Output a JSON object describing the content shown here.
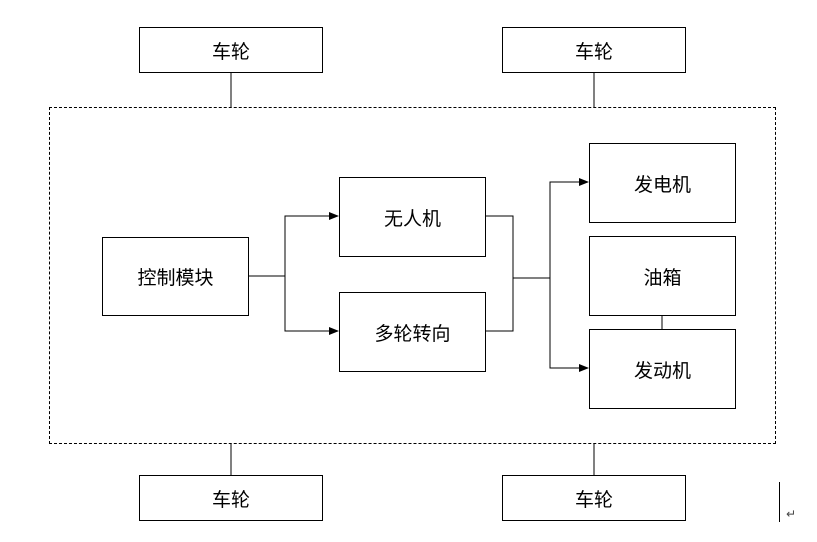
{
  "wheels": {
    "top_left": "车轮",
    "top_right": "车轮",
    "bottom_left": "车轮",
    "bottom_right": "车轮"
  },
  "modules": {
    "control": "控制模块",
    "drone": "无人机",
    "multi_wheel_steering": "多轮转向",
    "generator": "发电机",
    "fuel_tank": "油箱",
    "engine": "发动机"
  },
  "edges": [
    {
      "from": "control",
      "to": "drone",
      "arrow": true
    },
    {
      "from": "control",
      "to": "multi_wheel_steering",
      "arrow": true
    },
    {
      "from": "drone",
      "to": "generator",
      "arrow": true
    },
    {
      "from": "drone",
      "to": "engine",
      "arrow": true
    },
    {
      "from": "multi_wheel_steering",
      "to": "generator",
      "arrow": true
    },
    {
      "from": "multi_wheel_steering",
      "to": "engine",
      "arrow": true
    },
    {
      "from": "fuel_tank",
      "to": "engine",
      "arrow": false
    },
    {
      "from": "wheel_top_left",
      "to": "frame",
      "arrow": false
    },
    {
      "from": "wheel_top_right",
      "to": "frame",
      "arrow": false
    },
    {
      "from": "wheel_bottom_left",
      "to": "frame",
      "arrow": false
    },
    {
      "from": "wheel_bottom_right",
      "to": "frame",
      "arrow": false
    }
  ],
  "return_mark": "↵"
}
